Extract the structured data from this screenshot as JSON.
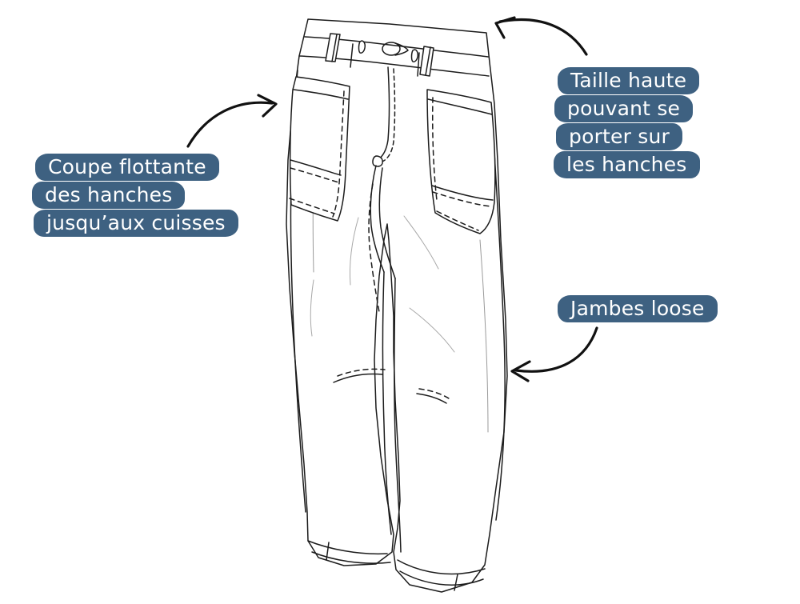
{
  "illustration": {
    "subject": "technical-flat-drawing-of-high-waisted-loose-jeans",
    "view": "front",
    "line_color": "#1a1a1a",
    "fill_color": "#ffffff",
    "background_color": "#ffffff",
    "details": [
      "waistband",
      "belt-loops",
      "button-closure",
      "buttonhole",
      "fly-zipper",
      "left-patch-pocket",
      "right-patch-pocket",
      "dashed-topstitching",
      "knee-seams",
      "cuffed-hems"
    ]
  },
  "style": {
    "label_background": "#3e6181",
    "label_text_color": "#ffffff",
    "arrow_color": "#111111"
  },
  "annotations": {
    "waist": {
      "name": "Taille haute pouvant se porter sur les hanches",
      "lines": [
        "Taille haute",
        "pouvant se",
        "porter sur",
        "les hanches"
      ]
    },
    "fit": {
      "name": "Coupe flottante des hanches jusqu'aux cuisses",
      "lines": [
        "Coupe flottante",
        "des hanches",
        "jusqu’aux cuisses"
      ]
    },
    "legs": {
      "name": "Jambes loose",
      "lines": [
        "Jambes loose"
      ]
    }
  }
}
